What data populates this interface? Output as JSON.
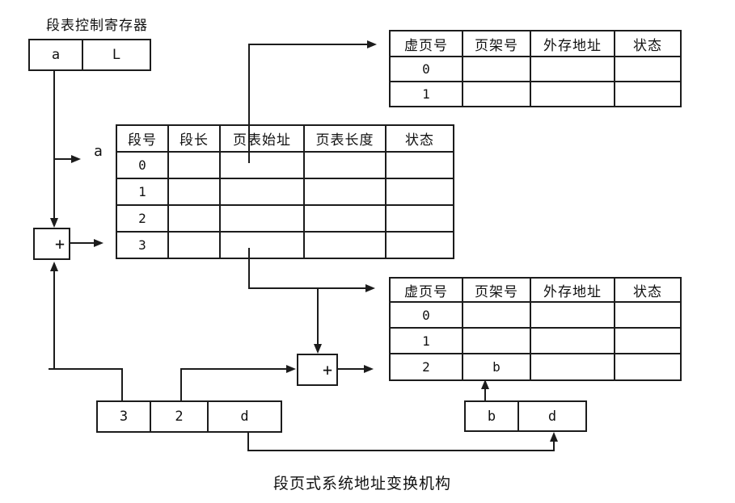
{
  "labels": {
    "register_title": "段表控制寄存器",
    "segment_table_pointer": "a",
    "caption": "段页式系统地址变换机构"
  },
  "segment_control_register": {
    "cells": [
      "a",
      "L"
    ]
  },
  "segment_table": {
    "headers": [
      "段号",
      "段长",
      "页表始址",
      "页表长度",
      "状态"
    ],
    "rows": [
      [
        "0",
        "",
        "",
        "",
        ""
      ],
      [
        "1",
        "",
        "",
        "",
        ""
      ],
      [
        "2",
        "",
        "",
        "",
        ""
      ],
      [
        "3",
        "",
        "",
        "",
        ""
      ]
    ]
  },
  "page_table_top": {
    "headers": [
      "虚页号",
      "页架号",
      "外存地址",
      "状态"
    ],
    "rows": [
      [
        "0",
        "",
        "",
        ""
      ],
      [
        "1",
        "",
        "",
        ""
      ]
    ]
  },
  "page_table_bottom": {
    "headers": [
      "虚页号",
      "页架号",
      "外存地址",
      "状态"
    ],
    "rows": [
      [
        "0",
        "",
        "",
        ""
      ],
      [
        "1",
        "",
        "",
        ""
      ],
      [
        "2",
        "b",
        "",
        ""
      ]
    ]
  },
  "logical_address_register": {
    "cells": [
      "3",
      "2",
      "d"
    ]
  },
  "frame_address_register": {
    "cells": [
      "b",
      "d"
    ]
  },
  "adders": {
    "segment": "+",
    "page": "+"
  },
  "colors": {
    "line": "#1c1c1c",
    "text": "#111111",
    "background": "#ffffff"
  }
}
